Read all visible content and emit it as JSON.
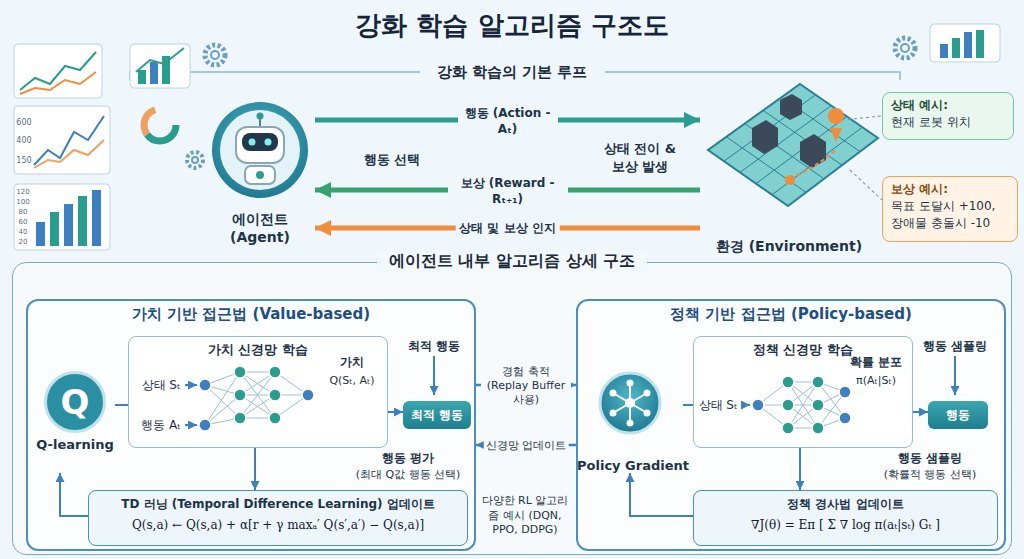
{
  "diagram": {
    "title": "강화 학습 알고리즘 구조도",
    "nodes": [
      {
        "text": [
          "에이전트 (Agent)"
        ]
      },
      {
        "text": [
          "환경 (Environment)"
        ]
      },
      {
        "text": [
          "상태 예시:",
          "현재 로봇 위치"
        ]
      },
      {
        "text": [
          "보상 예시:",
          "목표 도달시 +100, 장애물 충돌시 -10"
        ]
      },
      {
        "text": [
          "에이전트 내부 알고리즘 상세 구조"
        ]
      },
      {
        "text": [
          "가치 기반 접근법 (Value-based)"
        ],
        "in": 4
      },
      {
        "text": [
          "가치 신경망 학습"
        ],
        "in": 5
      },
      {
        "text": [
          "Q",
          "Q-learning"
        ],
        "in": 5
      },
      {
        "text": [
          "최적 행동"
        ],
        "in": 5
      },
      {
        "text": [
          "TD 러닝 (Temporal Difference Learning) 업데이트",
          "Q(s,a) ← Q(s,a) + α[r + γ maxₐ′ Q(s′,a′) − Q(s,a)]"
        ],
        "in": 5
      },
      {
        "text": [
          "정책 기반 접근법 (Policy-based)"
        ],
        "in": 4
      },
      {
        "text": [
          "정책 신경망 학습"
        ],
        "in": 10
      },
      {
        "text": [
          "Policy Gradient"
        ],
        "in": 10
      },
      {
        "text": [
          "행동"
        ],
        "in": 10
      },
      {
        "text": [
          "정책 경사법 업데이트",
          "∇J(θ) = Eπ [ Σ ∇ log π(aₜ|sₜ) Gₜ ]"
        ],
        "in": 10
      }
    ],
    "edges": [
      {
        "from": 0,
        "to": 1,
        "arrow": "to",
        "label": "행동 (Action - Aₜ)"
      },
      {
        "from": 1,
        "to": 0,
        "arrow": "to",
        "label": "보상 (Reward - Rₜ₊₁)"
      },
      {
        "from": 1,
        "to": 0,
        "arrow": "to",
        "label": "상태 및 보상 인지"
      },
      {
        "from": 7,
        "to": 6,
        "arrow": "none"
      },
      {
        "from": 6,
        "to": 8,
        "arrow": "to"
      },
      {
        "from": 6,
        "to": 9,
        "arrow": "to"
      },
      {
        "from": 9,
        "to": 7,
        "arrow": "to"
      },
      {
        "from": 5,
        "to": 10,
        "arrow": "to",
        "label": "경험 축적 (Replay Buffer 사용)"
      },
      {
        "from": 10,
        "to": 5,
        "arrow": "to",
        "label": "신경망 업데이트"
      },
      {
        "from": 12,
        "to": 11,
        "arrow": "none"
      },
      {
        "from": 11,
        "to": 13,
        "arrow": "to"
      },
      {
        "from": 11,
        "to": 14,
        "arrow": "to"
      },
      {
        "from": 14,
        "to": 12,
        "arrow": "to"
      }
    ],
    "labels": [
      "강화 학습의 기본 루프",
      "600",
      "400",
      "150",
      "120",
      "100",
      "80",
      "60",
      "40",
      "20",
      "행동 선택",
      "상태 전이 & 보상 발생",
      "상태 Sₜ",
      "행동 Aₜ",
      "가치",
      "Q(Sₜ, Aₜ)",
      "최적 행동",
      "행동 평가",
      "(최대 Q값 행동 선택)",
      "다양한 RL 알고리즘 예시 (DQN, PPO, DDPG)",
      "상태 Sₜ",
      "확률 분포",
      "π(Aₜ|Sₜ)",
      "행동 샘플링",
      "행동 샘플링",
      "(확률적 행동 선택)"
    ]
  }
}
